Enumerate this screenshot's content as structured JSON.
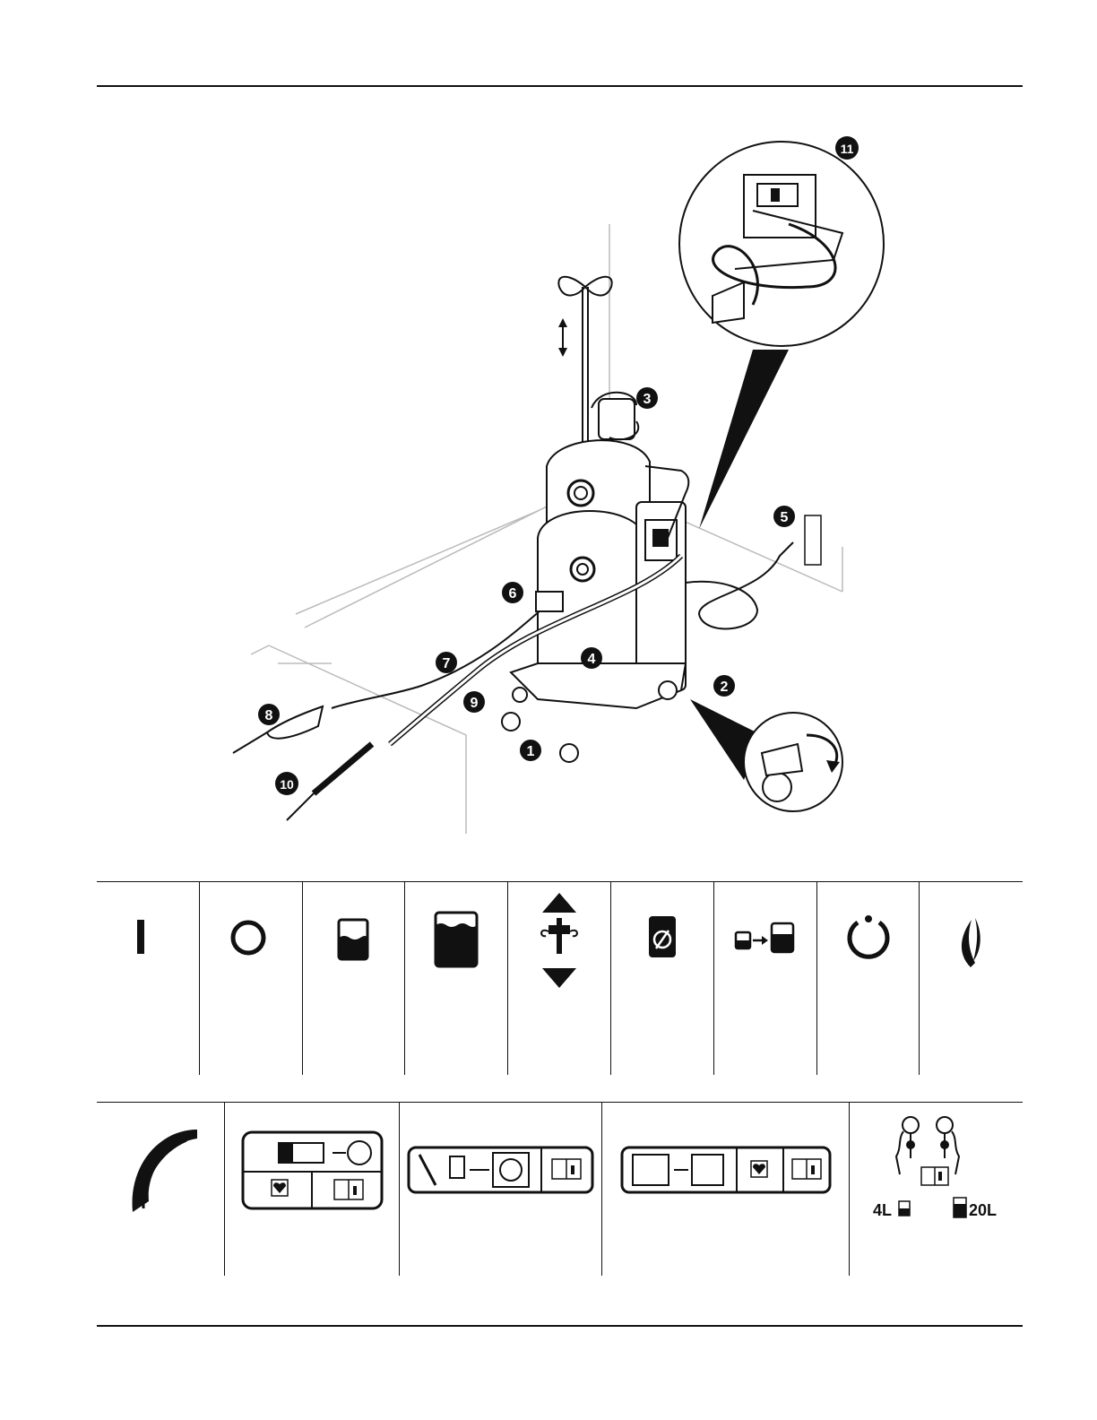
{
  "callouts": [
    "1",
    "2",
    "3",
    "4",
    "5",
    "6",
    "7",
    "8",
    "9",
    "10",
    "11"
  ],
  "symbols_row1": [
    "power-on-icon",
    "power-off-icon",
    "canister-half-full-icon",
    "canister-full-icon",
    "iv-pole-height-adjust-icon",
    "canister-not-connected-icon",
    "canister-switch-icon",
    "standby-icon",
    "smoke-evacuation-icon"
  ],
  "symbols_row2": [
    "suction-level-arc-icon",
    "filter-replacement-label-icon",
    "tubing-connection-label-icon",
    "filter-insert-label-icon",
    "vacuum-gauge-canister-label-icon"
  ],
  "volume_labels": {
    "small": "4L",
    "large": "20L"
  }
}
